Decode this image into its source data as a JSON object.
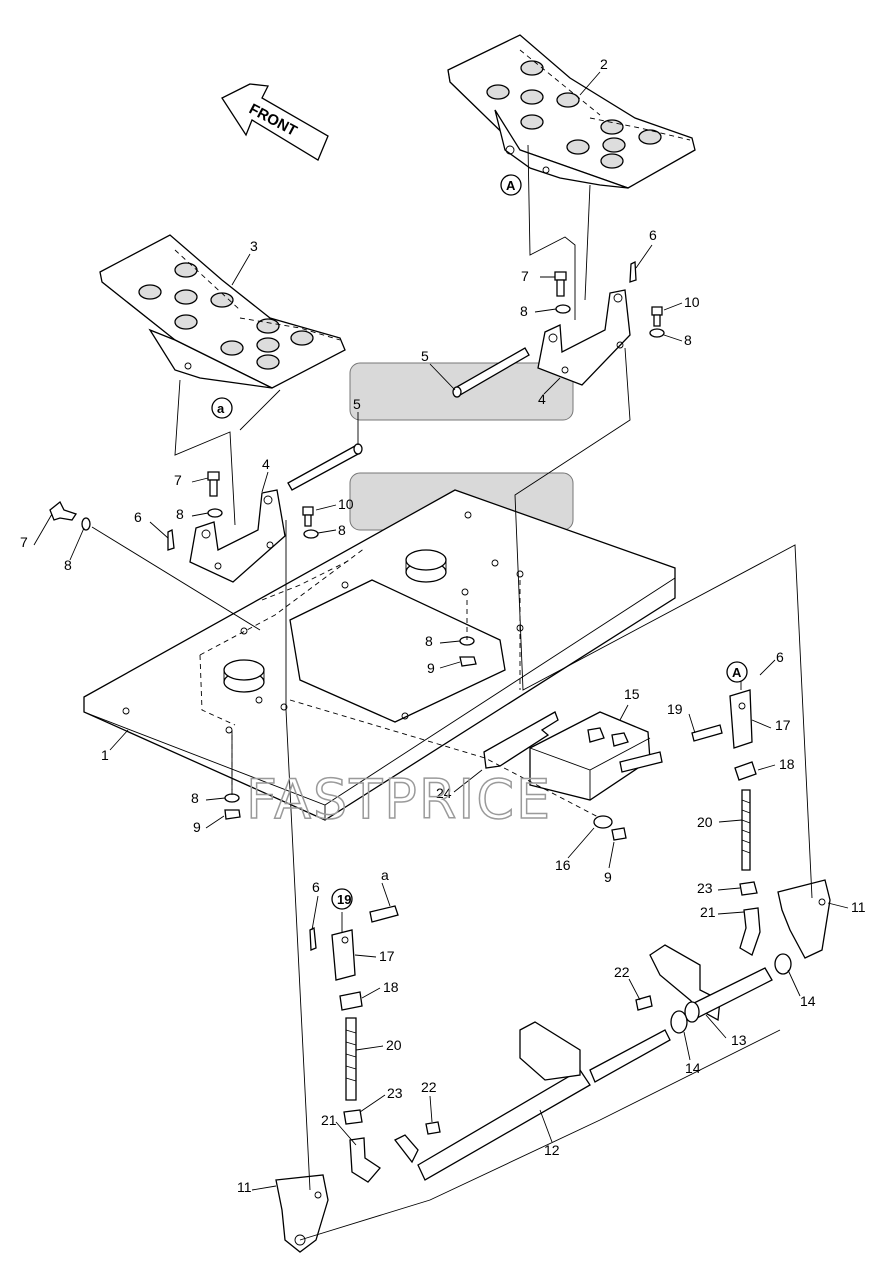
{
  "front_arrow": {
    "text": "FRONT"
  },
  "watermark": {
    "text": "FASTPRICE"
  },
  "callouts": [
    {
      "id": "c2",
      "text": "2"
    },
    {
      "id": "c3",
      "text": "3"
    },
    {
      "id": "cA1",
      "text": "A"
    },
    {
      "id": "ca1",
      "text": "a"
    },
    {
      "id": "c6a",
      "text": "6"
    },
    {
      "id": "c7a",
      "text": "7"
    },
    {
      "id": "c8a",
      "text": "8"
    },
    {
      "id": "c10a",
      "text": "10"
    },
    {
      "id": "c8b",
      "text": "8"
    },
    {
      "id": "c5a",
      "text": "5"
    },
    {
      "id": "c4a",
      "text": "4"
    },
    {
      "id": "c5b",
      "text": "5"
    },
    {
      "id": "c4b",
      "text": "4"
    },
    {
      "id": "c7b",
      "text": "7"
    },
    {
      "id": "c8c",
      "text": "8"
    },
    {
      "id": "c10b",
      "text": "10"
    },
    {
      "id": "c8d",
      "text": "8"
    },
    {
      "id": "c6b",
      "text": "6"
    },
    {
      "id": "c7c",
      "text": "7"
    },
    {
      "id": "c8e",
      "text": "8"
    },
    {
      "id": "c8f",
      "text": "8"
    },
    {
      "id": "c9a",
      "text": "9"
    },
    {
      "id": "c1",
      "text": "1"
    },
    {
      "id": "c8g",
      "text": "8"
    },
    {
      "id": "c9b",
      "text": "9"
    },
    {
      "id": "c15",
      "text": "15"
    },
    {
      "id": "c24",
      "text": "24"
    },
    {
      "id": "c16",
      "text": "16"
    },
    {
      "id": "c9c",
      "text": "9"
    },
    {
      "id": "cA2",
      "text": "A"
    },
    {
      "id": "c6c",
      "text": "6"
    },
    {
      "id": "c19a",
      "text": "19"
    },
    {
      "id": "c17a",
      "text": "17"
    },
    {
      "id": "c18a",
      "text": "18"
    },
    {
      "id": "c20a",
      "text": "20"
    },
    {
      "id": "c23a",
      "text": "23"
    },
    {
      "id": "c21a",
      "text": "21"
    },
    {
      "id": "c11a",
      "text": "11"
    },
    {
      "id": "c22a",
      "text": "22"
    },
    {
      "id": "c14a",
      "text": "14"
    },
    {
      "id": "c13",
      "text": "13"
    },
    {
      "id": "c14b",
      "text": "14"
    },
    {
      "id": "c6d",
      "text": "6"
    },
    {
      "id": "ca2",
      "text": "a"
    },
    {
      "id": "c19b",
      "text": "19"
    },
    {
      "id": "c17b",
      "text": "17"
    },
    {
      "id": "c18b",
      "text": "18"
    },
    {
      "id": "c20b",
      "text": "20"
    },
    {
      "id": "c22b",
      "text": "22"
    },
    {
      "id": "c23b",
      "text": "23"
    },
    {
      "id": "c21b",
      "text": "21"
    },
    {
      "id": "c12",
      "text": "12"
    },
    {
      "id": "c11b",
      "text": "11"
    }
  ]
}
